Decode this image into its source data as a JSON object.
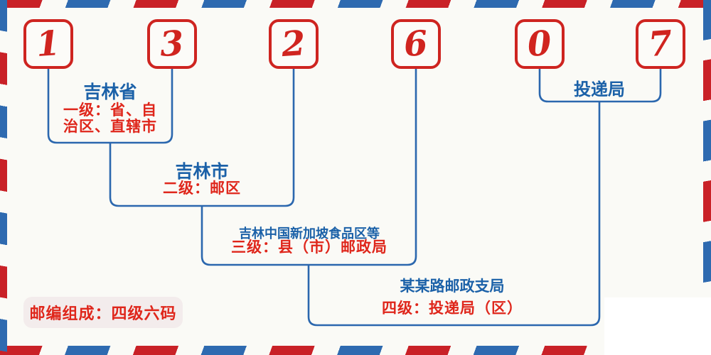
{
  "postal_code": {
    "digits": [
      "1",
      "3",
      "2",
      "6",
      "0",
      "7"
    ]
  },
  "levels": [
    {
      "name": "吉林省",
      "desc_lines": [
        "一级：省、自",
        "治区、直辖市"
      ]
    },
    {
      "name": "吉林市",
      "desc": "二级：邮区"
    },
    {
      "name": "吉林中国新加坡食品区等",
      "desc": "三级：县（市）邮政局"
    },
    {
      "name": "某某路邮政支局",
      "desc": "四级：投递局（区）"
    }
  ],
  "delivery_office_label": "投递局",
  "footer_badge": "邮编组成：四级六码",
  "colors": {
    "background": "#fafaf6",
    "stripe_red": "#c92127",
    "stripe_blue": "#2e6ab0",
    "digit_red": "#d0241f",
    "box_border_red": "#ce2420",
    "connector_blue": "#2b67ae",
    "label_blue": "#1b61a8",
    "label_red": "#df261b",
    "badge_background": "#f3ecec"
  }
}
